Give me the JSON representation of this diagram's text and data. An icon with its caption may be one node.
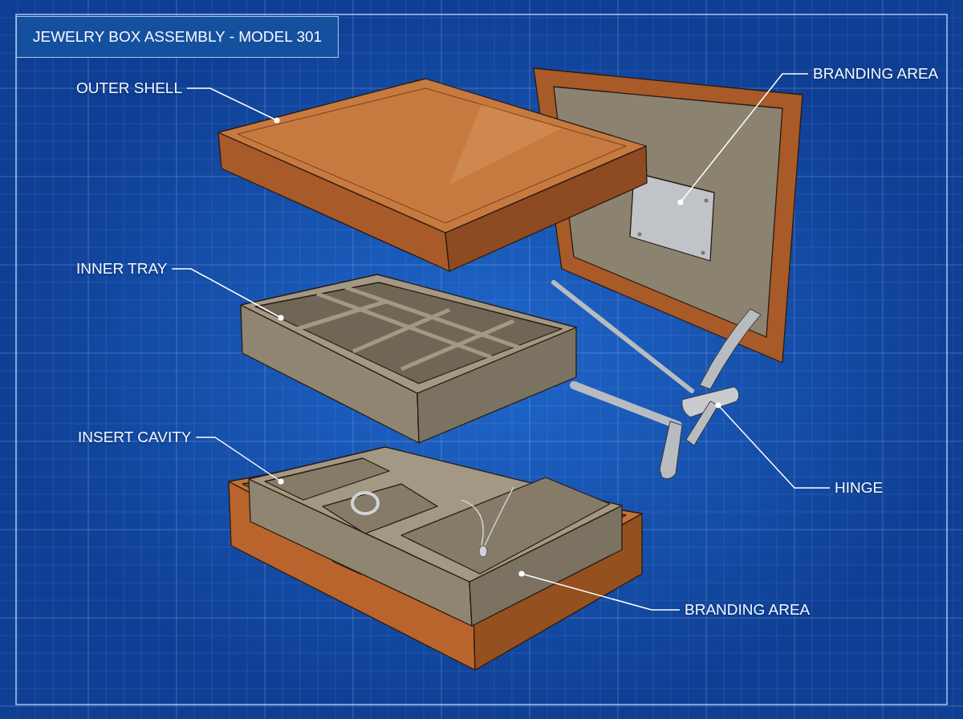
{
  "diagram": {
    "title": "JEWELRY BOX ASSEMBLY - MODEL 301",
    "nodes": [
      {
        "text": [
          "OUTER SHELL"
        ]
      },
      {
        "text": [
          "INNER TRAY"
        ]
      },
      {
        "text": [
          "INSERT CAVITY"
        ]
      },
      {
        "text": [
          "BRANDING AREA"
        ]
      },
      {
        "text": [
          "HINGE"
        ]
      },
      {
        "text": [
          "BRANDING AREA"
        ]
      },
      {
        "text": [],
        "shape": "picture"
      },
      {
        "text": [],
        "shape": "picture"
      },
      {
        "text": [],
        "shape": "picture"
      },
      {
        "text": [],
        "shape": "picture"
      },
      {
        "text": [],
        "shape": "picture"
      }
    ],
    "edges": [
      {
        "from": 0,
        "to": 6,
        "arrow": "other"
      },
      {
        "from": 1,
        "to": 7,
        "arrow": "other"
      },
      {
        "from": 2,
        "to": 8,
        "arrow": "other"
      },
      {
        "from": 3,
        "to": 9,
        "arrow": "other"
      },
      {
        "from": 4,
        "to": 10,
        "arrow": "other"
      },
      {
        "from": 5,
        "to": 8,
        "arrow": "other"
      }
    ]
  }
}
